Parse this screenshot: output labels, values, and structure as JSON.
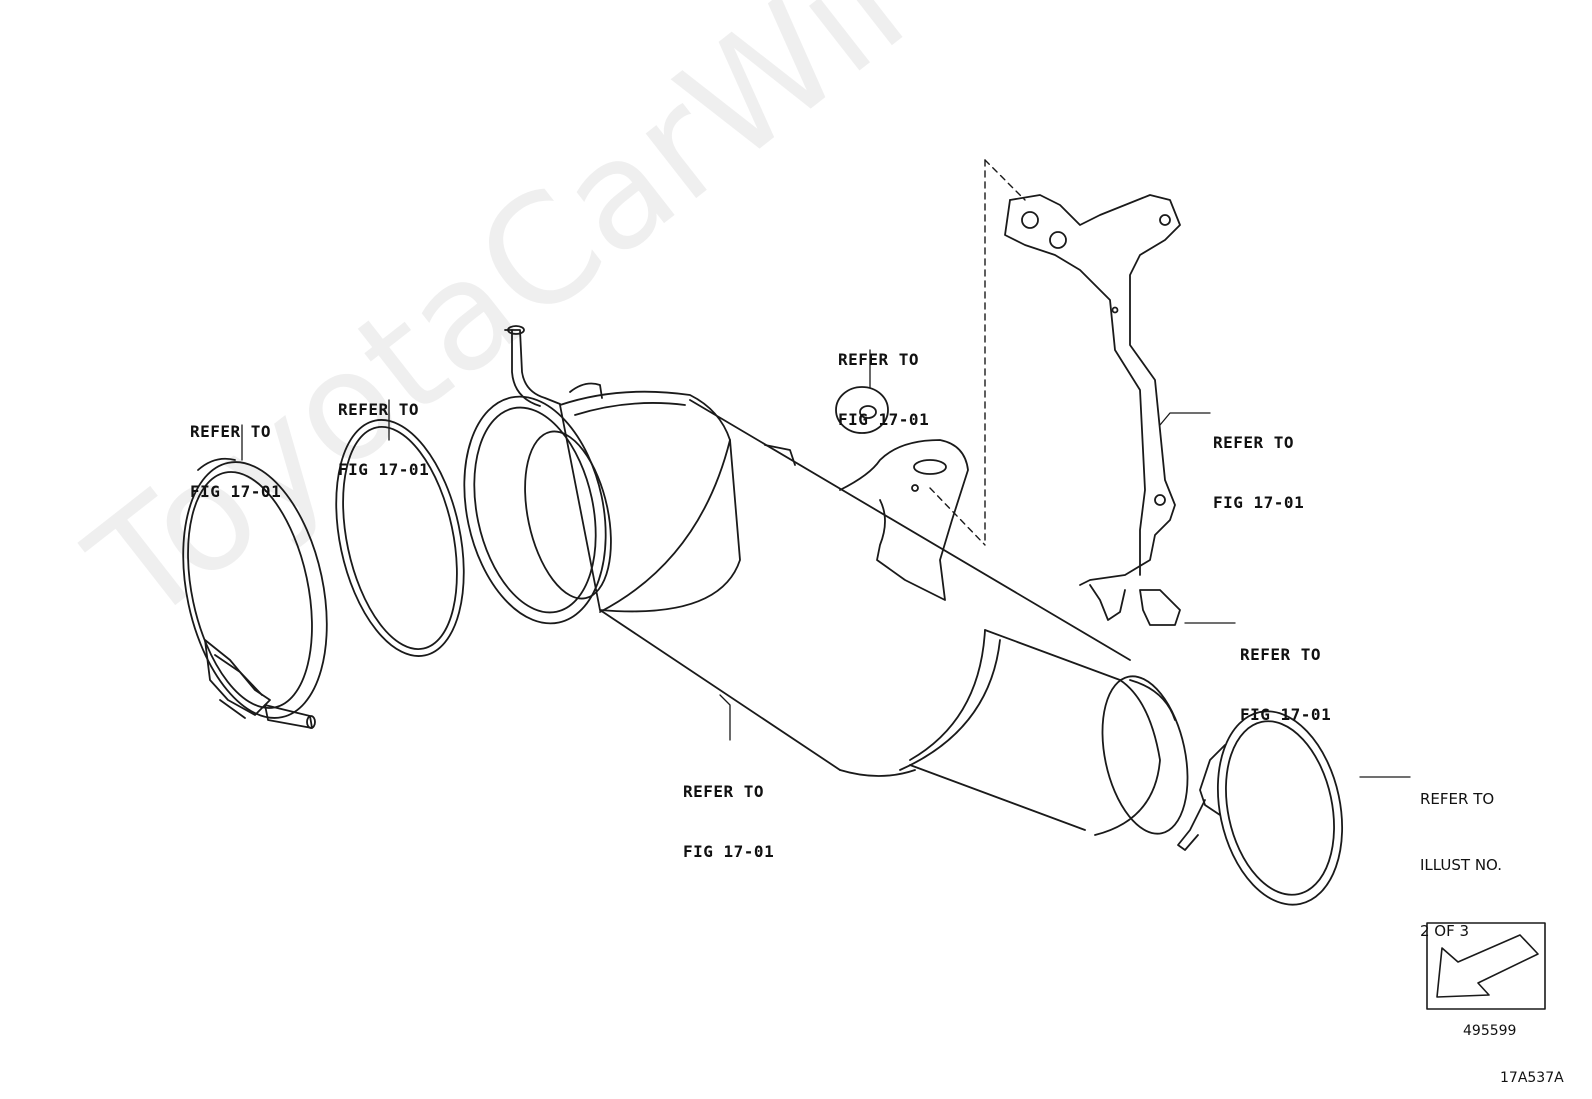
{
  "watermark": "ToyotaCarWire.ru",
  "callouts": [
    {
      "id": "clamp-front",
      "line1": "REFER TO",
      "line2": "FIG 17-01"
    },
    {
      "id": "gasket-front",
      "line1": "REFER TO",
      "line2": "FIG 17-01"
    },
    {
      "id": "grommet",
      "line1": "REFER TO",
      "line2": "FIG 17-01"
    },
    {
      "id": "bracket",
      "line1": "REFER TO",
      "line2": "FIG 17-01"
    },
    {
      "id": "clip",
      "line1": "REFER TO",
      "line2": "FIG 17-01"
    },
    {
      "id": "converter",
      "line1": "REFER TO",
      "line2": "FIG 17-01"
    },
    {
      "id": "clamp-rear",
      "line1": "REFER TO",
      "line2": "ILLUST NO.",
      "line3": "2 OF 3"
    }
  ],
  "direction_code": "495599",
  "figure_code": "17A537A"
}
